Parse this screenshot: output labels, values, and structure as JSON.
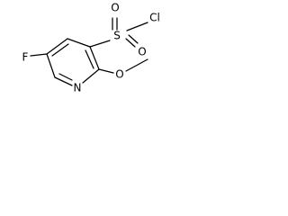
{
  "molecule": {
    "atoms": {
      "fluorine": "F",
      "nitrogen": "N",
      "oxygen_methoxy": "O",
      "sulfur": "S",
      "oxygen_top": "O",
      "oxygen_bottom": "O",
      "chlorine": "Cl"
    }
  }
}
